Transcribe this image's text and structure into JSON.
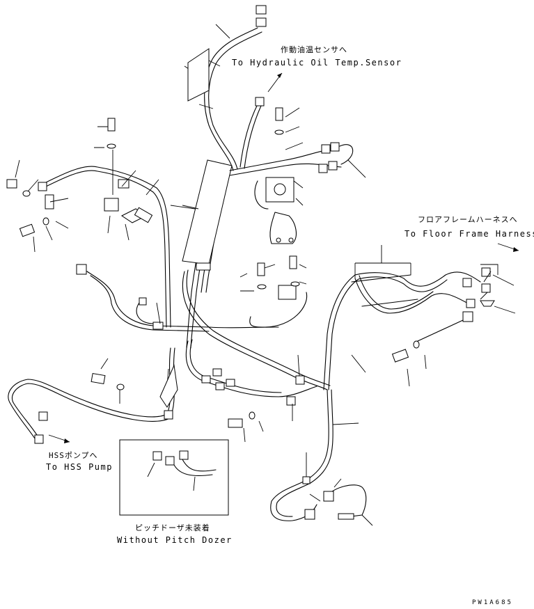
{
  "labels": {
    "oil_temp_jp": "作動油温センサへ",
    "oil_temp_en": "To Hydraulic Oil Temp.Sensor",
    "floor_jp": "フロアフレームハーネスへ",
    "floor_en": "To Floor Frame Harness",
    "hss_jp": "HSSポンプへ",
    "hss_en": "To HSS Pump",
    "inset_jp": "ピッチドーザ未装着",
    "inset_en": "Without Pitch Dozer",
    "drawing_code": "PW1A685"
  }
}
